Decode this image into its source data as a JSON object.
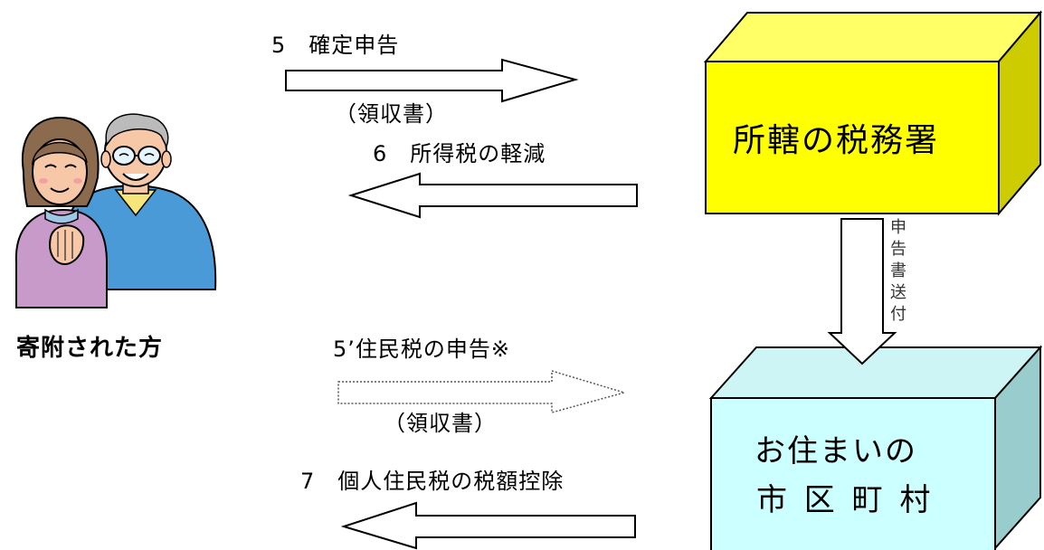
{
  "donor": {
    "label": "寄附された方"
  },
  "tax_office": {
    "label": "所轄の税務署",
    "color": "#ffff00"
  },
  "municipality": {
    "label_line1": "お住まいの",
    "label_line2": "市 区 町 村",
    "color": "#ccffff"
  },
  "flows": {
    "step5": "5　確定申告",
    "step5_receipt": "（領収書）",
    "step6": "6　所得税の軽減",
    "step5b": "5’住民税の申告※",
    "step5b_receipt": "（領収書）",
    "step7": "7　個人住民税の税額控除",
    "transfer_chars": [
      "申",
      "告",
      "書",
      "送",
      "付"
    ]
  }
}
